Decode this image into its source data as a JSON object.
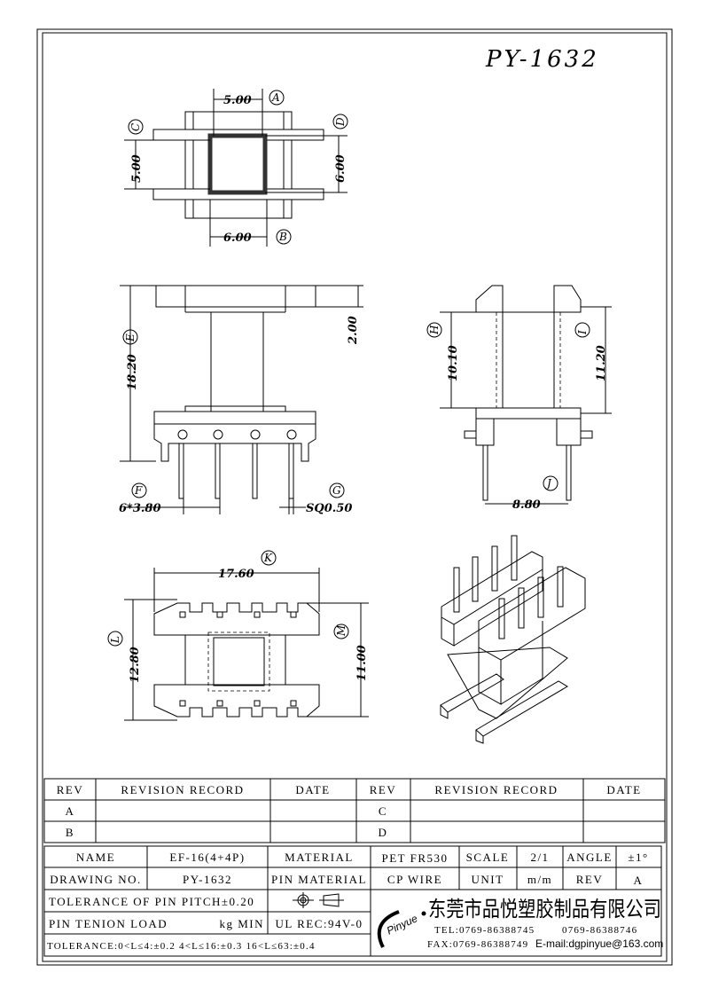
{
  "title": "PY-1632",
  "dimensions": {
    "A": {
      "label": "A",
      "value": "5.00"
    },
    "B": {
      "label": "B",
      "value": "6.00"
    },
    "C": {
      "label": "C",
      "value": "5.00"
    },
    "D": {
      "label": "D",
      "value": "6.00"
    },
    "E": {
      "label": "E",
      "value": "18.20"
    },
    "top_offset": "2.00",
    "F": {
      "label": "F",
      "value": "6*3.80"
    },
    "G": {
      "label": "G",
      "value": "SQ0.50"
    },
    "H": {
      "label": "H",
      "value": "10.10"
    },
    "I": {
      "label": "I",
      "value": "11.20"
    },
    "J": {
      "label": "J",
      "value": "8.80"
    },
    "K": {
      "label": "K",
      "value": "17.60"
    },
    "L": {
      "label": "L",
      "value": "12.80"
    },
    "M": {
      "label": "M",
      "value": "11.00"
    }
  },
  "revision_table": {
    "headers": [
      "REV",
      "REVISION RECORD",
      "DATE",
      "REV",
      "REVISION RECORD",
      "DATE"
    ],
    "rows": [
      [
        "A",
        "",
        "",
        "C",
        "",
        ""
      ],
      [
        "B",
        "",
        "",
        "D",
        "",
        ""
      ]
    ]
  },
  "info": {
    "name_label": "NAME",
    "name": "EF-16(4+4P)",
    "material_label": "MATERIAL",
    "material": "PET FR530",
    "scale_label": "SCALE",
    "scale": "2/1",
    "angle_label": "ANGLE",
    "angle": "±1°",
    "drawing_no_label": "DRAWING NO.",
    "drawing_no": "PY-1632",
    "pin_material_label": "PIN MATERIAL",
    "pin_material": "CP WIRE",
    "unit_label": "UNIT",
    "unit": "m/m",
    "rev_label": "REV",
    "rev": "A",
    "pin_pitch": "TOLERANCE OF PIN PITCH±0.20",
    "pin_load": "PIN TENION LOAD",
    "pin_load_unit": "kg MIN",
    "ul": "UL REC:94V-0",
    "tolerance": "TOLERANCE:0<L≤4:±0.2  4<L≤16:±0.3  16<L≤63:±0.4"
  },
  "company": {
    "logo": "Pinyue",
    "name": "东莞市品悦塑胶制品有限公司",
    "tel": "TEL:0769-86388745",
    "tel2": "0769-86388746",
    "fax": "FAX:0769-86388749",
    "email": "E-mail:dgpinyue@163.com"
  }
}
